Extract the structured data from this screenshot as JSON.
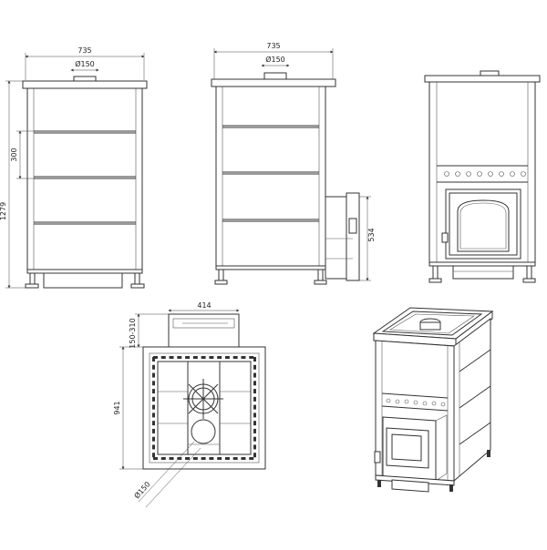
{
  "front_view": {
    "width_label": "735",
    "flue_label": "Ø150",
    "section_height_label": "300",
    "total_height_label": "1279"
  },
  "side_view": {
    "width_label": "735",
    "flue_label": "Ø150",
    "tunnel_height_label": "534"
  },
  "top_view": {
    "tunnel_width_label": "414",
    "tunnel_depth_label": "150-310",
    "depth_label": "941",
    "flue_label": "Ø150"
  },
  "colors": {
    "line": "#333333",
    "background": "#ffffff"
  }
}
